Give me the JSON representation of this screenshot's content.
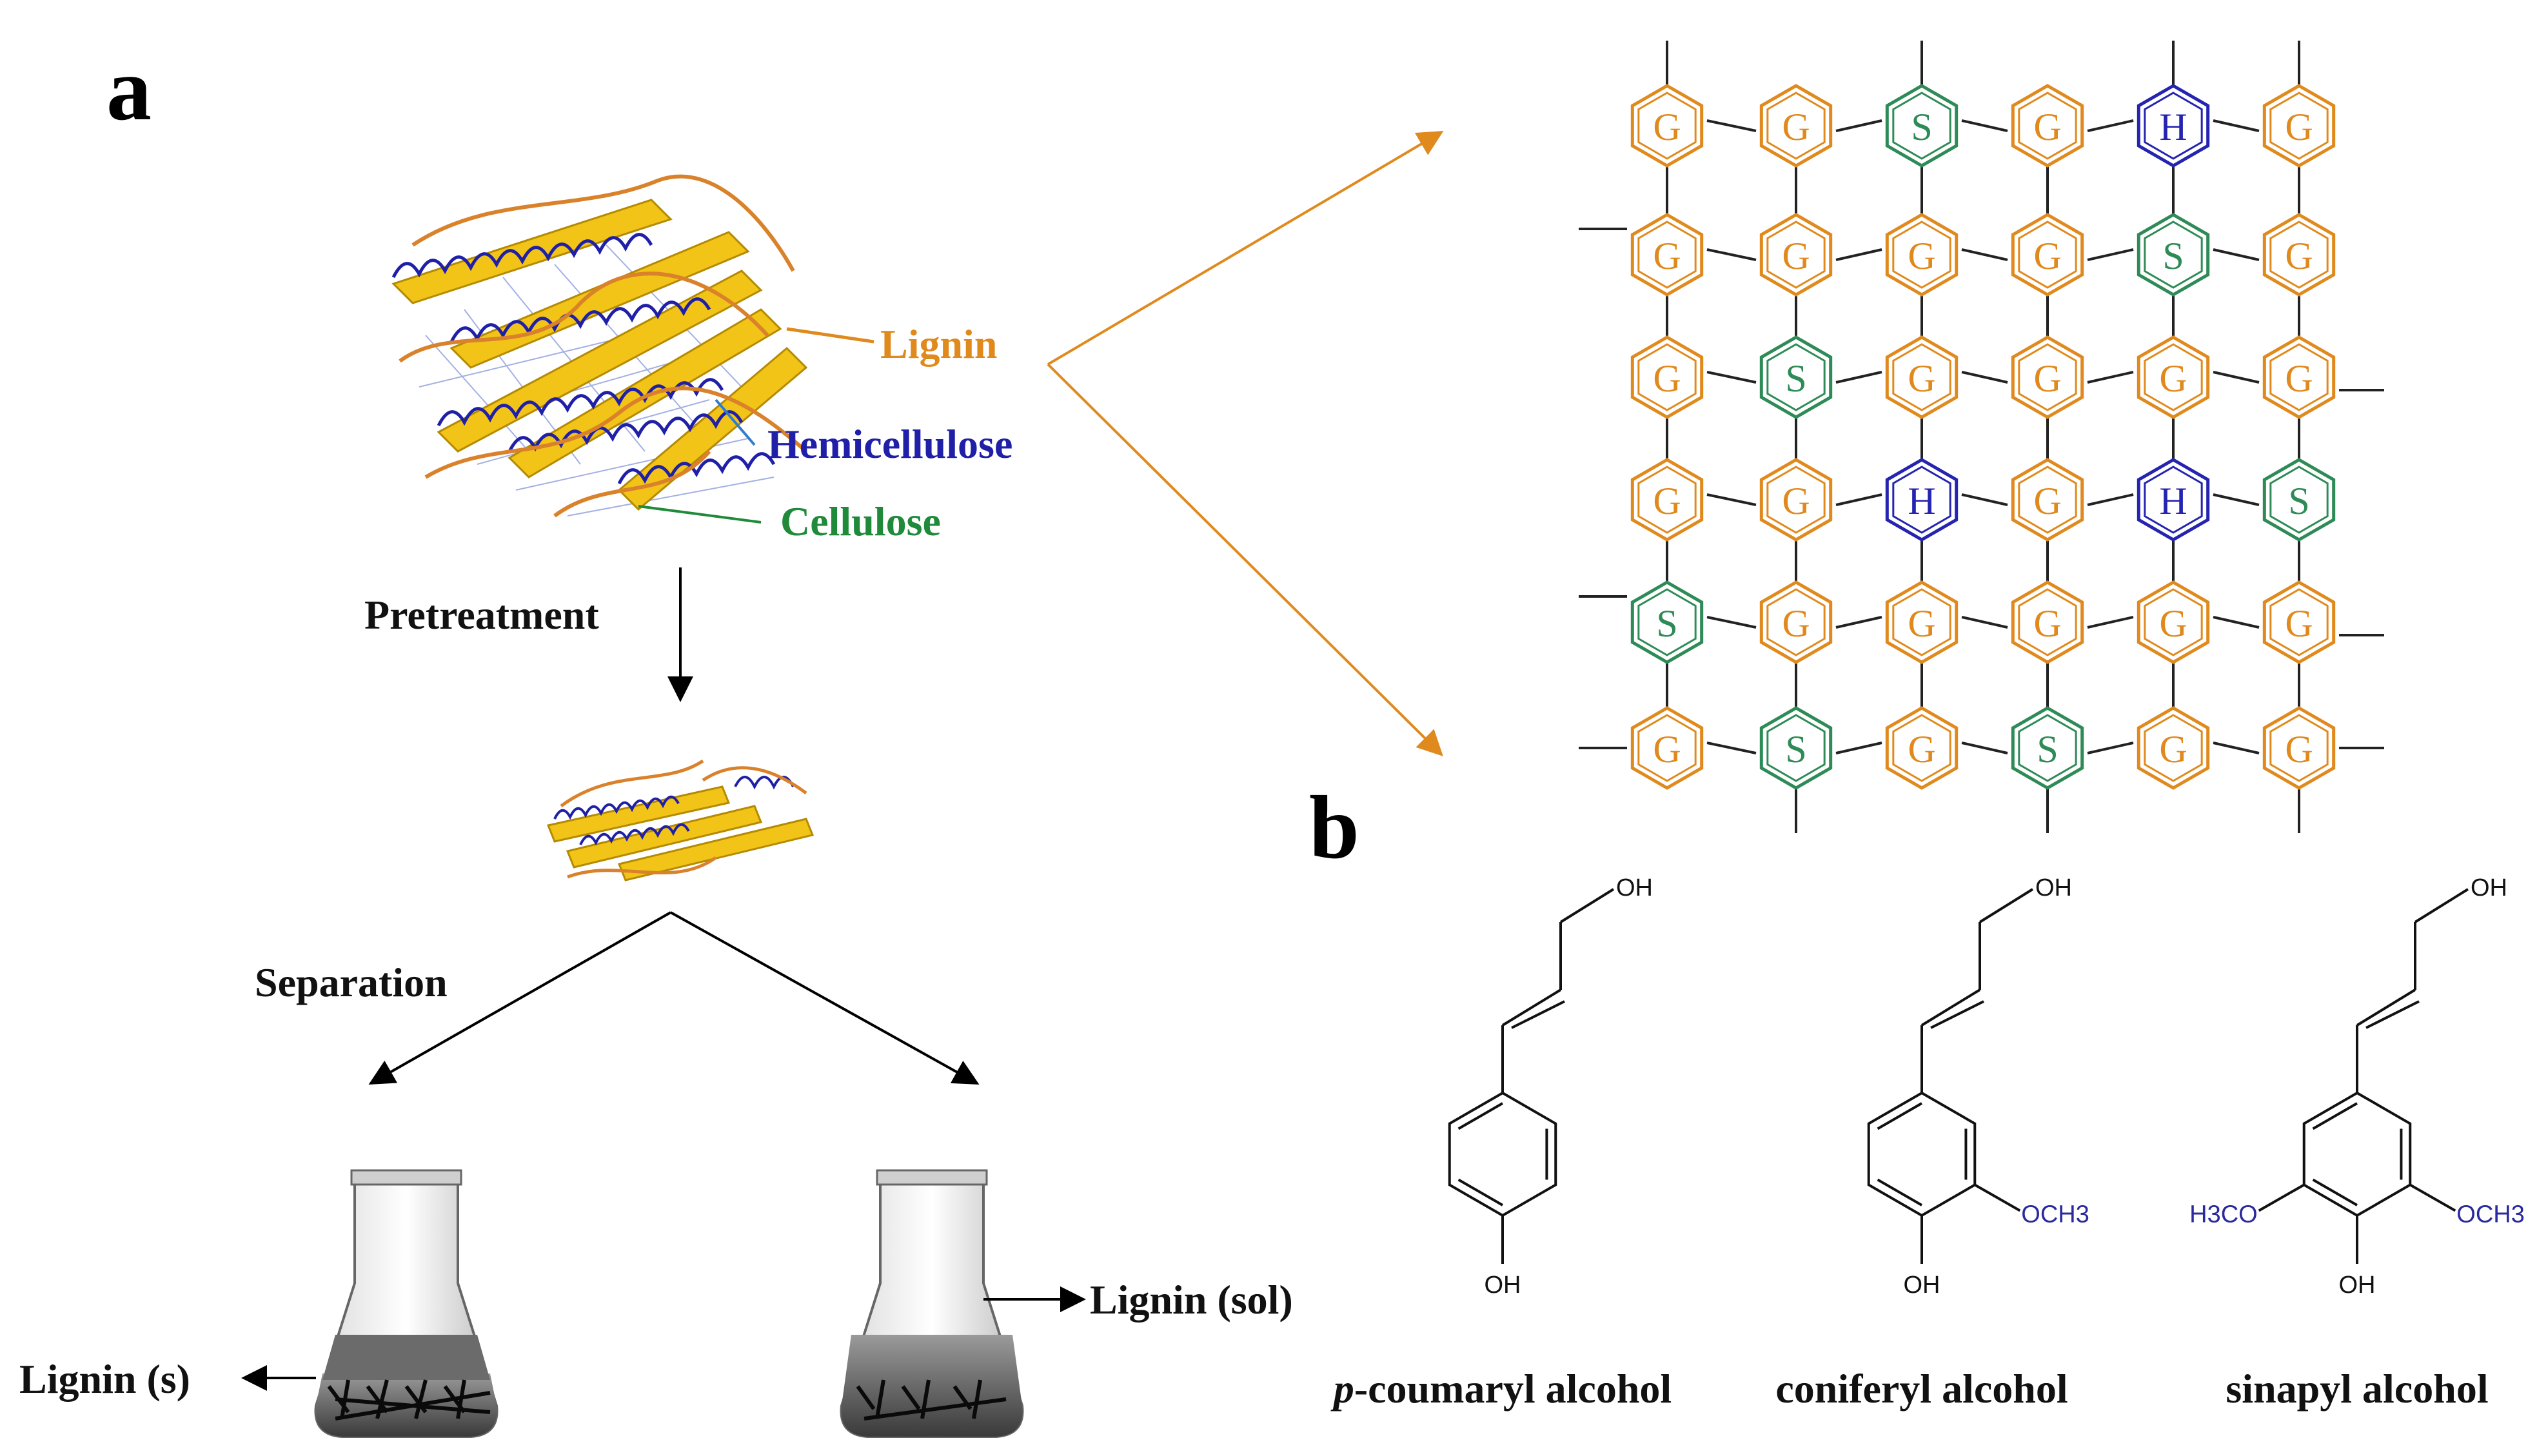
{
  "panel_a_label": "a",
  "panel_b_label": "b",
  "components": {
    "lignin": "Lignin",
    "hemicellulose": "Hemicellulose",
    "cellulose": "Cellulose"
  },
  "steps": {
    "pretreatment": "Pretreatment",
    "separation": "Separation"
  },
  "products": {
    "solid": "Lignin (s)",
    "soluble": "Lignin (sol)"
  },
  "network_grid": [
    [
      "G",
      "G",
      "S",
      "G",
      "H",
      "G"
    ],
    [
      "G",
      "G",
      "G",
      "G",
      "S",
      "G"
    ],
    [
      "G",
      "S",
      "G",
      "G",
      "G",
      "G"
    ],
    [
      "G",
      "G",
      "H",
      "G",
      "H",
      "S"
    ],
    [
      "S",
      "G",
      "G",
      "G",
      "G",
      "G"
    ],
    [
      "G",
      "S",
      "G",
      "S",
      "G",
      "G"
    ]
  ],
  "monolignols": [
    {
      "name_prefix": "p",
      "name_rest": "-coumaryl alcohol",
      "top": "OH",
      "bottom": "OH",
      "left_sub": "",
      "right_sub": ""
    },
    {
      "name_prefix": "",
      "name_rest": "coniferyl alcohol",
      "top": "OH",
      "bottom": "OH",
      "left_sub": "",
      "right_sub": "OCH3"
    },
    {
      "name_prefix": "",
      "name_rest": "sinapyl alcohol",
      "top": "OH",
      "bottom": "OH",
      "left_sub": "H3CO",
      "right_sub": "OCH3"
    }
  ],
  "colors": {
    "lignin": "#E08A1E",
    "hemicellulose": "#1F1FA8",
    "cellulose": "#1E8A3A",
    "unit_G": "#E08A1E",
    "unit_S": "#2E8B57",
    "unit_H": "#2424B0",
    "chem_sub": "#2A2A9E"
  }
}
